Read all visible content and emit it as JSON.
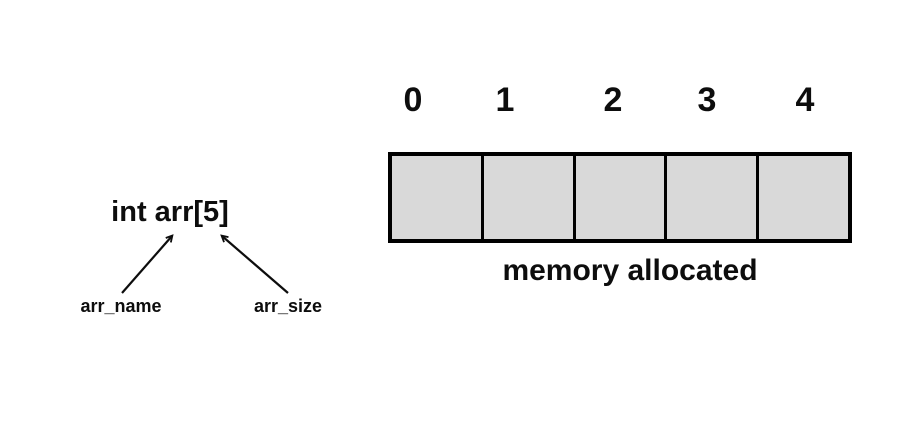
{
  "declaration": {
    "code": "int arr[5]",
    "annotations": {
      "name": {
        "label": "arr_name"
      },
      "size": {
        "label": "arr_size"
      }
    }
  },
  "array": {
    "indices": [
      "0",
      "1",
      "2",
      "3",
      "4"
    ],
    "cell_count": 5,
    "caption": "memory allocated",
    "cell_fill_color": "#d9d9d9",
    "border_color": "#000000",
    "text_color": "#0d0d0d"
  }
}
